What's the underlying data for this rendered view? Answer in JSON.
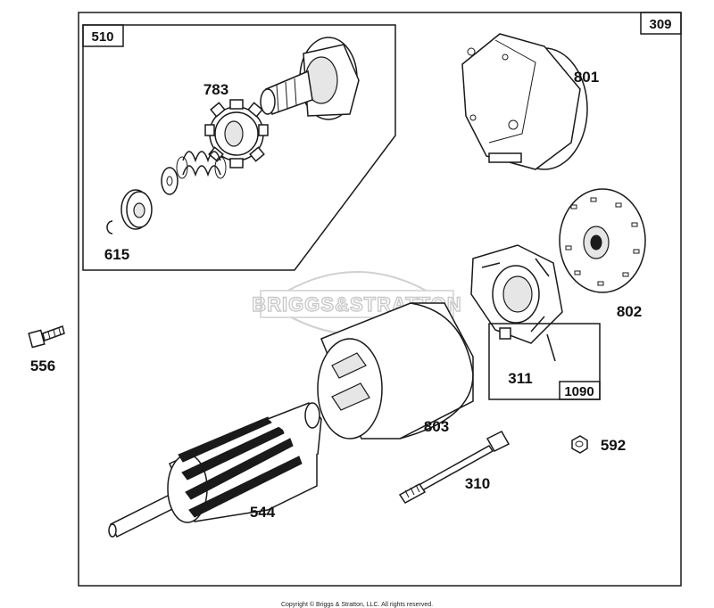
{
  "frame_label": "309",
  "inset_label": "510",
  "sub_box_label": "1090",
  "watermark": "BRIGGS&STRATTON",
  "copyright": "Copyright © Briggs & Stratton, LLC. All rights reserved.",
  "parts": {
    "p783": "783",
    "p615": "615",
    "p801": "801",
    "p802": "802",
    "p311": "311",
    "p556": "556",
    "p803": "803",
    "p544": "544",
    "p310": "310",
    "p592": "592"
  }
}
